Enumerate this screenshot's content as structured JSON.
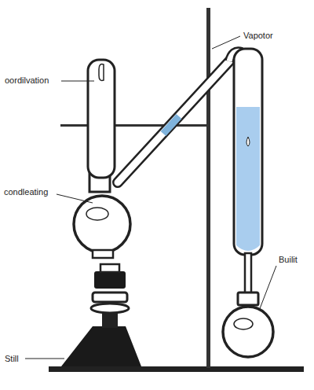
{
  "diagram": {
    "labels": [
      "Vapotor",
      "oordilvation",
      "condleating",
      "Builit",
      "Still"
    ]
  }
}
